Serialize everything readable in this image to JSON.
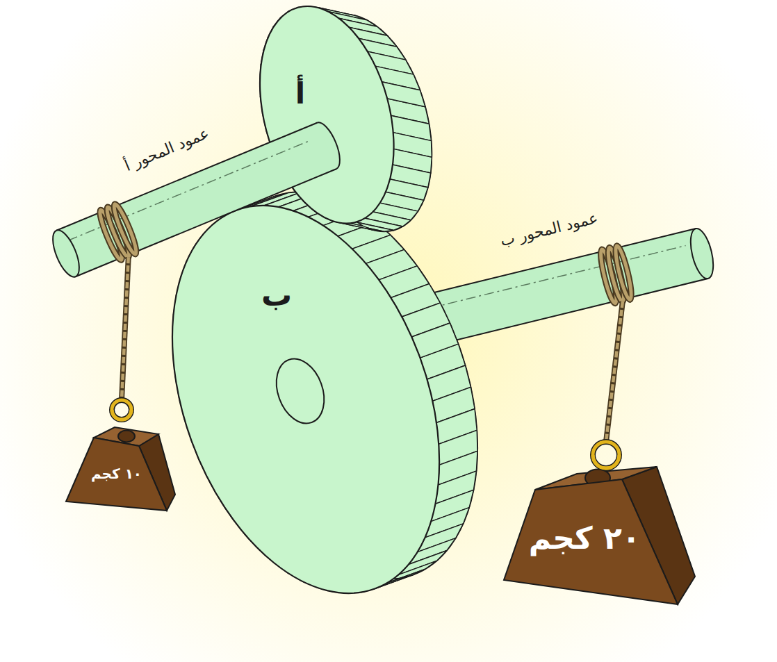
{
  "diagram": {
    "nodes": [
      {
        "text": [
          "أ"
        ]
      },
      {
        "text": [
          "ب"
        ]
      },
      {
        "text": [
          "١٠ كجم"
        ]
      },
      {
        "text": [
          "٢٠ كجم"
        ]
      }
    ],
    "labels": [
      "عمود المحور أ",
      "عمود المحور ب"
    ]
  }
}
